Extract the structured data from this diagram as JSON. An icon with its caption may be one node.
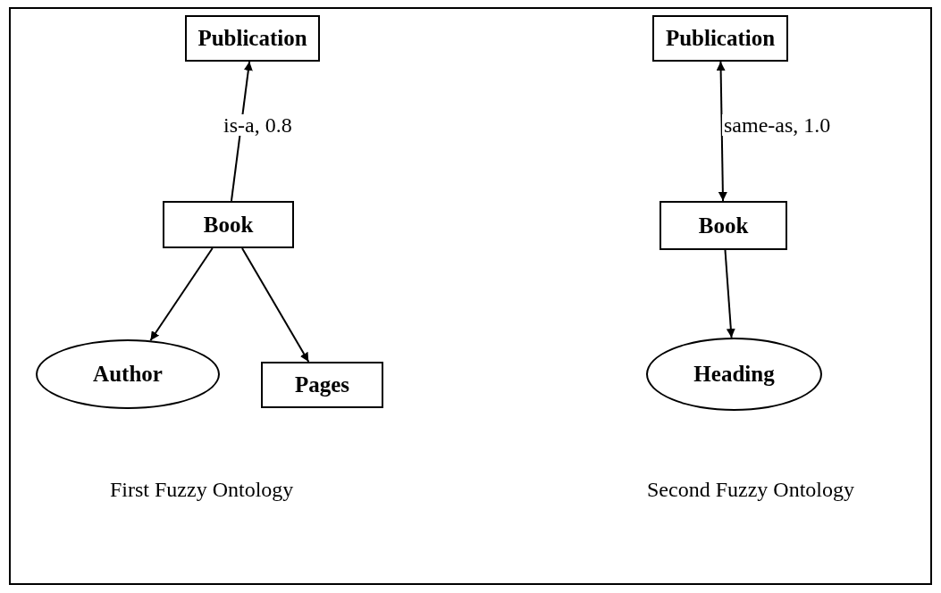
{
  "diagram": {
    "nodes": [
      {
        "text": [
          "Publication"
        ]
      },
      {
        "text": [
          "Book"
        ]
      },
      {
        "text": [
          "Author"
        ]
      },
      {
        "text": [
          "Pages"
        ]
      },
      {
        "text": [
          "Publication"
        ]
      },
      {
        "text": [
          "Book"
        ]
      },
      {
        "text": [
          "Heading"
        ]
      }
    ],
    "edges": [
      {
        "from": 1,
        "to": 0,
        "arrow": "to",
        "label": "is-a, 0.8"
      },
      {
        "from": 1,
        "to": 2,
        "arrow": "to"
      },
      {
        "from": 1,
        "to": 3,
        "arrow": "to"
      },
      {
        "from": 4,
        "to": 5,
        "arrow": "both",
        "label": "same-as, 1.0"
      },
      {
        "from": 5,
        "to": 6,
        "arrow": "to"
      }
    ],
    "labels": [
      "First Fuzzy Ontology",
      "Second Fuzzy Ontology"
    ]
  }
}
